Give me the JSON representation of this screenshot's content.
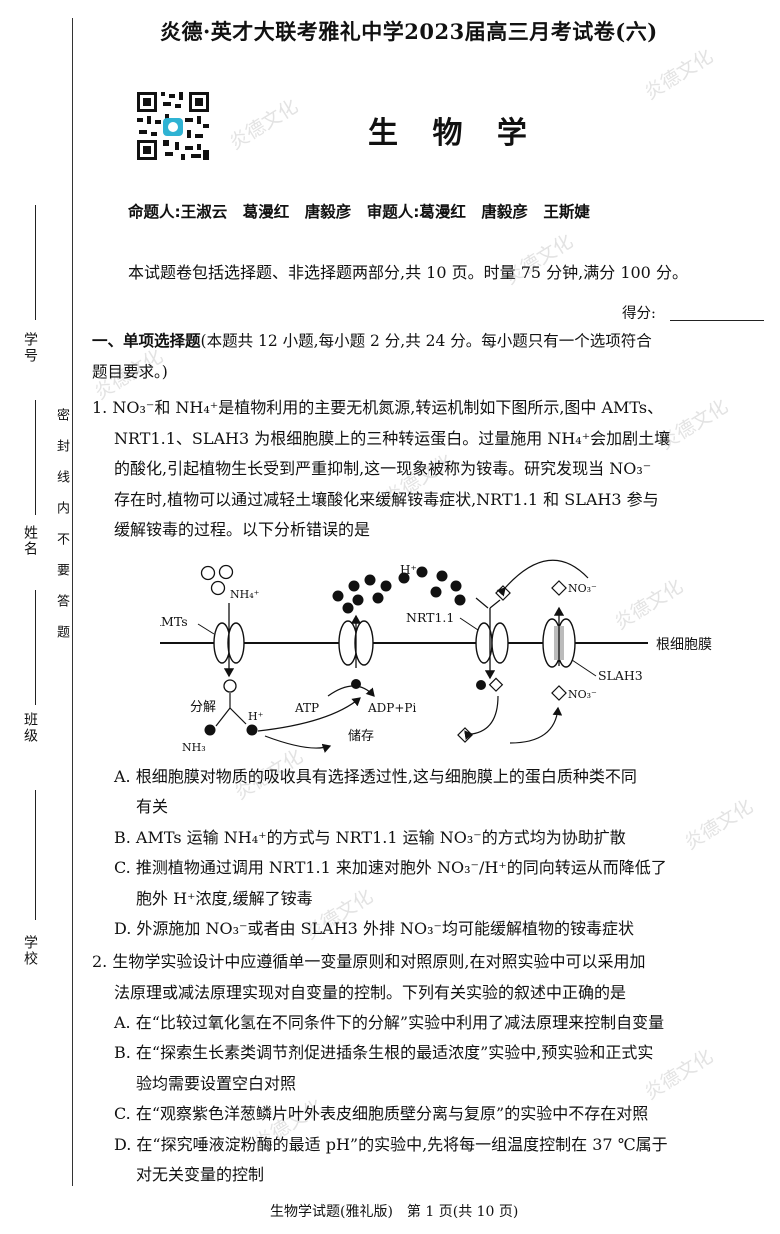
{
  "header": {
    "title": "炎德·英才大联考雅礼中学2023届高三月考试卷(六)"
  },
  "subject": "生 物 学",
  "authors": "命题人:王淑云　葛漫红　唐毅彦　审题人:葛漫红　唐毅彦　王斯婕",
  "intro": "本试题卷包括选择题、非选择题两部分,共 10 页。时量 75 分钟,满分 100 分。",
  "score_label": "得分:",
  "binding": {
    "fields": [
      "学号",
      "姓名",
      "班级",
      "学校"
    ],
    "seal": "密封线内不要答题"
  },
  "watermark": "炎德文化",
  "section1": {
    "title": "一、单项选择题",
    "desc_l1": "(本题共 12 小题,每小题 2 分,共 24 分。每小题只有一个选项符合",
    "desc_l2": "题目要求。)"
  },
  "q1": {
    "lines": [
      "1. NO₃⁻和 NH₄⁺是植物利用的主要无机氮源,转运机制如下图所示,图中 AMTs、",
      "NRT1.1、SLAH3 为根细胞膜上的三种转运蛋白。过量施用 NH₄⁺会加剧土壤",
      "的酸化,引起植物生长受到严重抑制,这一现象被称为铵毒。研究发现当 NO₃⁻",
      "存在时,植物可以通过减轻土壤酸化来缓解铵毒症状,NRT1.1 和 SLAH3 参与",
      "缓解铵毒的过程。以下分析错误的是"
    ],
    "options": [
      "A. 根细胞膜对物质的吸收具有选择透过性,这与细胞膜上的蛋白质种类不同",
      "有关",
      "B. AMTs 运输 NH₄⁺的方式与 NRT1.1 运输 NO₃⁻的方式均为协助扩散",
      "C. 推测植物通过调用 NRT1.1 来加速对胞外 NO₃⁻/H⁺的同向转运从而降低了",
      "胞外 H⁺浓度,缓解了铵毒",
      "D. 外源施加 NO₃⁻或者由 SLAH3 外排 NO₃⁻均可能缓解植物的铵毒症状"
    ]
  },
  "diagram": {
    "amts": "AMTs",
    "nh4": "NH₄⁺",
    "h_top": "H⁺",
    "nrt": "NRT1.1",
    "no3_top": "NO₃⁻",
    "membrane": "根细胞膜",
    "slah3": "SLAH3",
    "fenjie": "分解",
    "h_in": "H⁺",
    "nh3": "NH₃",
    "atp": "ATP",
    "adp": "ADP+Pi",
    "chucun": "储存",
    "no3_bottom": "NO₃⁻"
  },
  "q2": {
    "lines": [
      "2. 生物学实验设计中应遵循单一变量原则和对照原则,在对照实验中可以采用加",
      "法原理或减法原理实现对自变量的控制。下列有关实验的叙述中正确的是"
    ],
    "options": [
      "A. 在“比较过氧化氢在不同条件下的分解”实验中利用了减法原理来控制自变量",
      "B. 在“探索生长素类调节剂促进插条生根的最适浓度”实验中,预实验和正式实",
      "验均需要设置空白对照",
      "C. 在“观察紫色洋葱鳞片叶外表皮细胞质壁分离与复原”的实验中不存在对照",
      "D. 在“探究唾液淀粉酶的最适 pH”的实验中,先将每一组温度控制在 37 ℃属于",
      "对无关变量的控制"
    ]
  },
  "footer": "生物学试题(雅礼版)　第 1 页(共 10 页)"
}
